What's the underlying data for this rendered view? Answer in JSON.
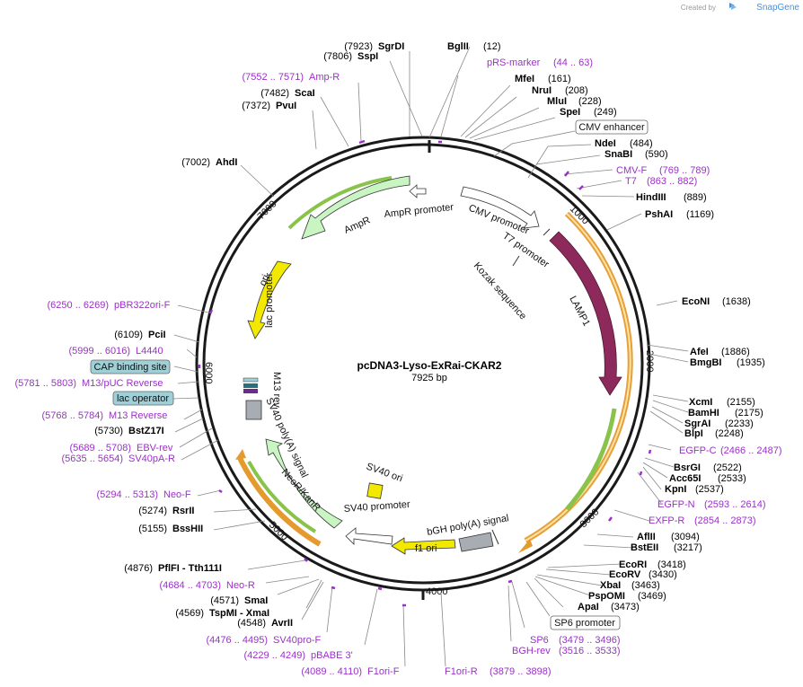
{
  "watermark": {
    "created_by": "Created by",
    "brand": "SnapGene"
  },
  "plasmid": {
    "name": "pcDNA3-Lyso-ExRai-CKAR2",
    "length_label": "7925 bp",
    "length": 7925
  },
  "ring_ticks": [
    "1000",
    "2000",
    "3000",
    "4000",
    "5000",
    "6000",
    "7000"
  ],
  "sites": [
    {
      "name": "SgrDI",
      "pos": "(7923)"
    },
    {
      "name": "SspI",
      "pos": "(7806)"
    },
    {
      "name": "BglII",
      "pos": "(12)"
    },
    {
      "name": "MfeI",
      "pos": "(161)"
    },
    {
      "name": "NruI",
      "pos": "(208)"
    },
    {
      "name": "MluI",
      "pos": "(228)"
    },
    {
      "name": "SpeI",
      "pos": "(249)"
    },
    {
      "name": "NdeI",
      "pos": "(484)"
    },
    {
      "name": "SnaBI",
      "pos": "(590)"
    },
    {
      "name": "HindIII",
      "pos": "(889)"
    },
    {
      "name": "PshAI",
      "pos": "(1169)"
    },
    {
      "name": "EcoNI",
      "pos": "(1638)"
    },
    {
      "name": "AfeI",
      "pos": "(1886)"
    },
    {
      "name": "BmgBI",
      "pos": "(1935)"
    },
    {
      "name": "XcmI",
      "pos": "(2155)"
    },
    {
      "name": "BamHI",
      "pos": "(2175)"
    },
    {
      "name": "SgrAI",
      "pos": "(2233)"
    },
    {
      "name": "BlpI",
      "pos": "(2248)"
    },
    {
      "name": "BsrGI",
      "pos": "(2522)"
    },
    {
      "name": "Acc65I",
      "pos": "(2533)"
    },
    {
      "name": "KpnI",
      "pos": "(2537)"
    },
    {
      "name": "AflII",
      "pos": "(3094)"
    },
    {
      "name": "BstEII",
      "pos": "(3217)"
    },
    {
      "name": "EcoRI",
      "pos": "(3418)"
    },
    {
      "name": "EcoRV",
      "pos": "(3430)"
    },
    {
      "name": "XbaI",
      "pos": "(3463)"
    },
    {
      "name": "PspOMI",
      "pos": "(3469)"
    },
    {
      "name": "ApaI",
      "pos": "(3473)"
    },
    {
      "name": "ScaI",
      "pos": "(7482)"
    },
    {
      "name": "PvuI",
      "pos": "(7372)"
    },
    {
      "name": "AhdI",
      "pos": "(7002)"
    },
    {
      "name": "PciI",
      "pos": "(6109)"
    },
    {
      "name": "BstZ17I",
      "pos": "(5730)"
    },
    {
      "name": "RsrII",
      "pos": "(5274)"
    },
    {
      "name": "BssHII",
      "pos": "(5155)"
    },
    {
      "name": "PflFI - Tth111I",
      "pos": "(4876)"
    },
    {
      "name": "SmaI",
      "pos": "(4571)"
    },
    {
      "name": "TspMI - XmaI",
      "pos": "(4569)"
    },
    {
      "name": "AvrII",
      "pos": "(4548)"
    }
  ],
  "primers": [
    {
      "name": "Amp-R",
      "range": "(7552 .. 7571)"
    },
    {
      "name": "pRS-marker",
      "range": "(44 .. 63)"
    },
    {
      "name": "CMV-F",
      "range": "(769 .. 789)"
    },
    {
      "name": "T7",
      "range": "(863 .. 882)"
    },
    {
      "name": "pBR322ori-F",
      "range": "(6250 .. 6269)"
    },
    {
      "name": "L4440",
      "range": "(5999 .. 6016)"
    },
    {
      "name": "M13/pUC Reverse",
      "range": "(5781 .. 5803)"
    },
    {
      "name": "M13 Reverse",
      "range": "(5768 .. 5784)"
    },
    {
      "name": "EBV-rev",
      "range": "(5689 .. 5708)"
    },
    {
      "name": "SV40pA-R",
      "range": "(5635 .. 5654)"
    },
    {
      "name": "Neo-F",
      "range": "(5294 .. 5313)"
    },
    {
      "name": "Neo-R",
      "range": "(4684 .. 4703)"
    },
    {
      "name": "SV40pro-F",
      "range": "(4476 .. 4495)"
    },
    {
      "name": "pBABE 3'",
      "range": "(4229 .. 4249)"
    },
    {
      "name": "F1ori-F",
      "range": "(4089 .. 4110)"
    },
    {
      "name": "F1ori-R",
      "range": "(3879 .. 3898)"
    },
    {
      "name": "EGFP-C",
      "range": "(2466 .. 2487)"
    },
    {
      "name": "EGFP-N",
      "range": "(2593 .. 2614)"
    },
    {
      "name": "EXFP-R",
      "range": "(2854 .. 2873)"
    },
    {
      "name": "SP6",
      "range": "(3479 .. 3496)"
    },
    {
      "name": "BGH-rev",
      "range": "(3516 .. 3533)"
    }
  ],
  "boxed_features": [
    "CMV enhancer",
    "CAP binding site",
    "lac operator",
    "SP6 promoter"
  ],
  "features": {
    "ampr": "AmpR",
    "ampr_promoter": "AmpR promoter",
    "cmv_promoter": "CMV promoter",
    "t7_promoter": "T7 promoter",
    "kozak": "Kozak sequence",
    "lamp1": "LAMP1",
    "ori": "ori",
    "lac_promoter": "lac promoter",
    "m13_rev": "M13 rev",
    "sv40_polya": "SV40 poly(A) signal",
    "neo": "NeoR/KanR",
    "sv40_ori": "SV40 ori",
    "sv40_promoter": "SV40 promoter",
    "f1_ori": "f1 ori",
    "bgh": "bGH poly(A) signal"
  },
  "colors": {
    "backbone": "#1a1a1a",
    "primer": "#9b30c8",
    "lamp1": "#8e2a5b",
    "orange_track": "#e59a2e",
    "green_track": "#88c34a",
    "yellow": "#f2e800",
    "light_green": "#c8f5c2",
    "grey_feat": "#a8adb3",
    "cap_box": "#9fd0d8"
  }
}
